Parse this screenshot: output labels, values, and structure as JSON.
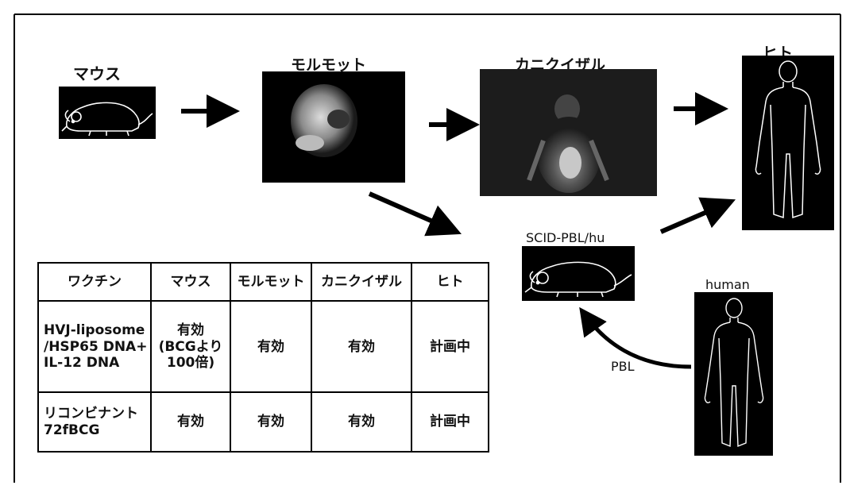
{
  "labels": {
    "mouse": "マウス",
    "guinea_pig": "モルモット",
    "monkey": "カニクイザル",
    "human_top": "ヒト",
    "scid": "SCID-PBL/hu",
    "human_bottom": "human",
    "pbl": "PBL"
  },
  "table": {
    "header": [
      "ワクチン",
      "マウス",
      "モルモット",
      "カニクイザル",
      "ヒト"
    ],
    "row1": {
      "vaccine_lines": [
        "HVJ-liposome",
        "/HSP65 DNA+",
        "IL-12 DNA"
      ],
      "mouse_lines": [
        "有効",
        "(BCGより",
        "100倍)"
      ],
      "guinea_pig": "有効",
      "monkey": "有効",
      "human": "計画中"
    },
    "row2": {
      "vaccine_lines": [
        "リコンビナント",
        "72fBCG"
      ],
      "mouse": "有効",
      "guinea_pig": "有効",
      "monkey": "有効",
      "human": "計画中"
    }
  },
  "icons": {
    "mouse_photo": "mouse-drawing-icon",
    "guinea_pig_photo": "guinea-pig-photo-icon",
    "monkey_photo": "monkey-photo-icon",
    "human_figure": "human-silhouette-icon",
    "scid_mouse": "mouse-drawing-icon"
  },
  "colors": {
    "line": "#000000",
    "image_bg": "#000000",
    "figure_stroke": "#ffffff"
  }
}
